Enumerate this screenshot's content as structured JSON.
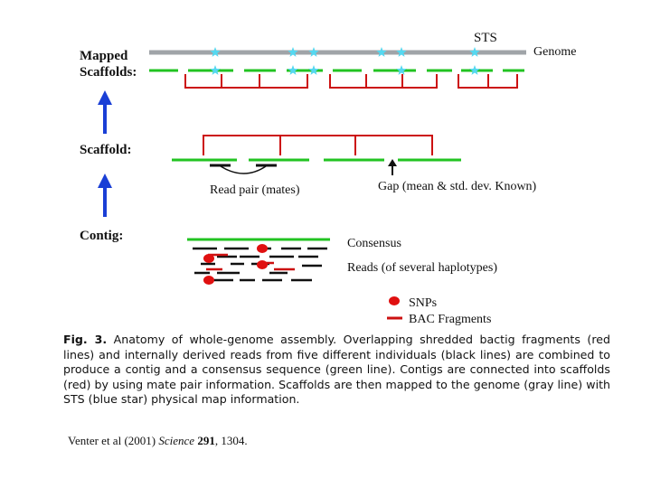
{
  "levels": {
    "mapped": "Mapped",
    "scaffolds": "Scaffolds:",
    "scaffold": "Scaffold:",
    "contig": "Contig:"
  },
  "annotations": {
    "sts": "STS",
    "genome": "Genome",
    "read_pair": "Read pair (mates)",
    "gap": "Gap (mean & std. dev. Known)",
    "consensus": "Consensus",
    "reads": "Reads (of several haplotypes)"
  },
  "legend": {
    "snps": "SNPs",
    "bac_fragments": "BAC Fragments"
  },
  "caption": {
    "label": "Fig. 3.",
    "text": "Anatomy of whole-genome assembly. Overlapping shredded bactig fragments (red lines) and internally derived reads from five different individuals (black lines) are combined to produce a contig and a consensus sequence (green line). Contigs are connected into scaffolds (red) by using mate pair information. Scaffolds are then mapped to the genome (gray line) with STS (blue star) physical map information."
  },
  "citation": {
    "prefix": "Venter et al (2001) ",
    "journal": "Science",
    "volume": "291",
    "pages": ", 1304."
  },
  "colors": {
    "genome": "#a0a4a8",
    "contig": "#22c322",
    "scaffold": "#cc1111",
    "read": "#111111",
    "snp": "#e01010",
    "star": "#55d8f0",
    "arrow": "#1a3fd6"
  }
}
